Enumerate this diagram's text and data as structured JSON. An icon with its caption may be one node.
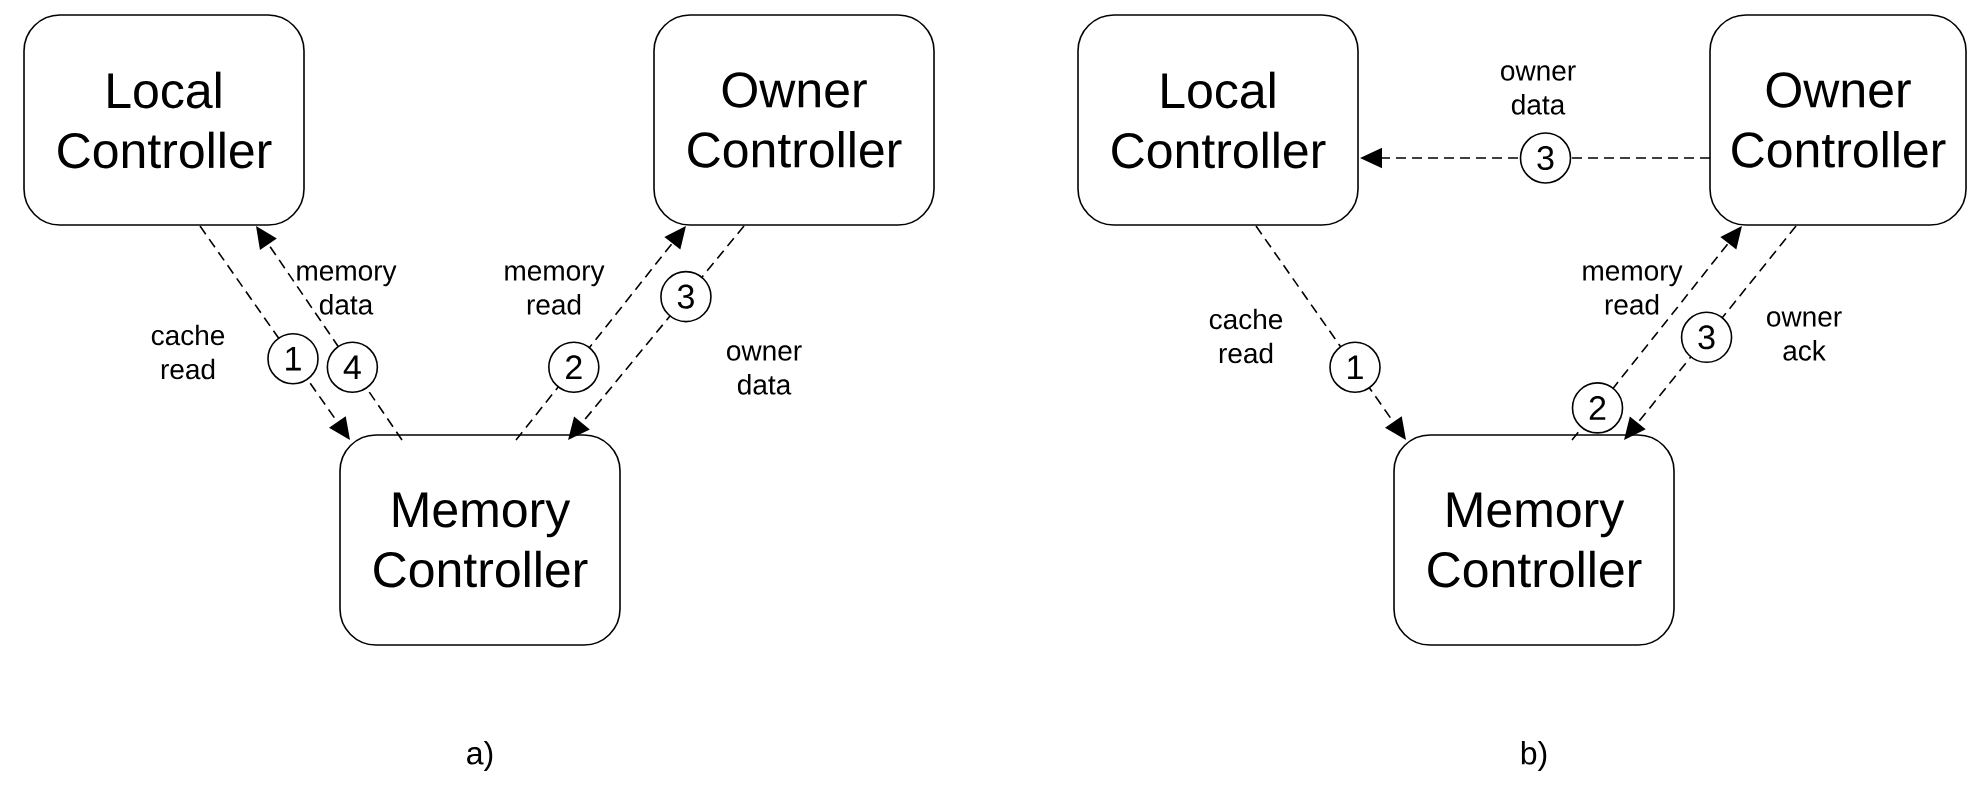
{
  "diagram": {
    "nodes": [
      {
        "text": [
          "Local Controller"
        ]
      },
      {
        "text": [
          "Owner Controller"
        ]
      },
      {
        "text": [
          "Memory Controller"
        ]
      },
      {
        "text": [
          "Local Controller"
        ]
      },
      {
        "text": [
          "Owner Controller"
        ]
      },
      {
        "text": [
          "Memory Controller"
        ]
      }
    ],
    "edges": [
      {
        "from": 0,
        "to": 2,
        "arrow": "to",
        "label": "1",
        "style": "dashed"
      },
      {
        "from": 2,
        "to": 0,
        "arrow": "to",
        "label": "4",
        "style": "dashed"
      },
      {
        "from": 2,
        "to": 1,
        "arrow": "to",
        "label": "2",
        "style": "dashed"
      },
      {
        "from": 1,
        "to": 2,
        "arrow": "to",
        "label": "3",
        "style": "dashed"
      },
      {
        "from": 4,
        "to": 3,
        "arrow": "to",
        "label": "3",
        "style": "dashed"
      },
      {
        "from": 3,
        "to": 5,
        "arrow": "to",
        "label": "1",
        "style": "dashed"
      },
      {
        "from": 5,
        "to": 4,
        "arrow": "to",
        "label": "2",
        "style": "dashed"
      },
      {
        "from": 4,
        "to": 5,
        "arrow": "to",
        "label": "3",
        "style": "dashed"
      }
    ],
    "labels": [
      "cache read",
      "memory data",
      "memory read",
      "owner data",
      "owner data",
      "cache read",
      "memory read",
      "owner ack",
      "a)",
      "b)"
    ]
  }
}
